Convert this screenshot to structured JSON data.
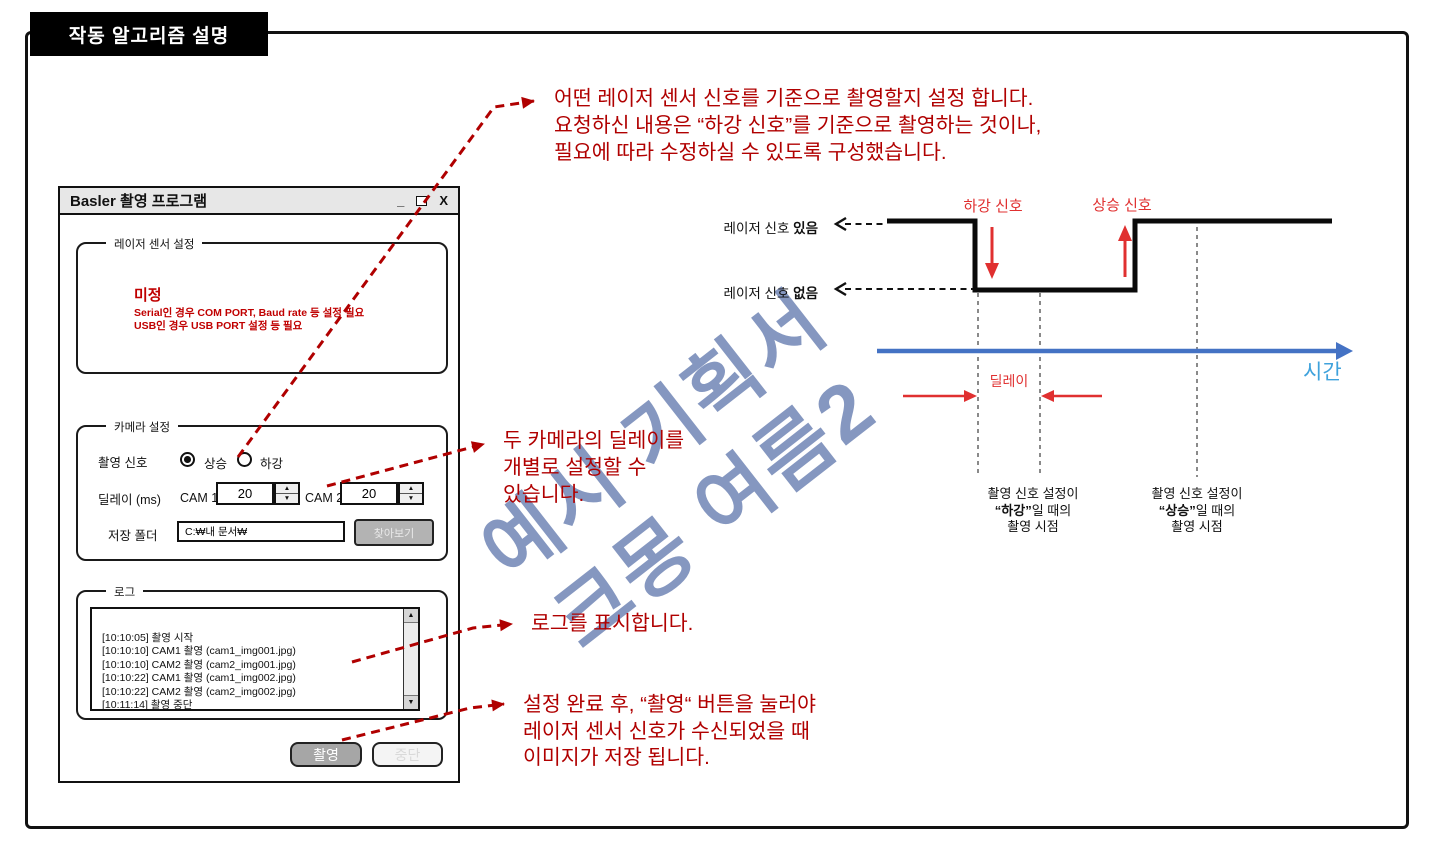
{
  "page": {
    "title": "작동 알고리즘 설명"
  },
  "watermark": {
    "line1": "예시 기획서",
    "line2": "크몽 여름2"
  },
  "icons": {
    "up": "▲",
    "down": "▼"
  },
  "window": {
    "title": "Basler 촬영 프로그램",
    "controls": {
      "minimize": "_",
      "close": "X"
    },
    "laser_group": {
      "label": "레이저 센서 설정",
      "status": "미정",
      "note1": "Serial인 경우 COM PORT, Baud rate 등 설정 필요",
      "note2": "USB인 경우 USB PORT 설정 등 필요"
    },
    "camera_group": {
      "label": "카메라 설정",
      "signal_label": "촬영 신호",
      "rising": "상승",
      "falling": "하강",
      "delay_label": "딜레이 (ms)",
      "cam1_label": "CAM 1",
      "cam1_value": "20",
      "cam2_label": "CAM 2",
      "cam2_value": "20",
      "folder_label": "저장 폴더",
      "folder_value": "C:₩내 문서₩",
      "browse_label": "찾아보기"
    },
    "log_group": {
      "label": "로그",
      "lines": [
        "[10:10:05] 촬영 시작",
        "[10:10:10] CAM1 촬영 (cam1_img001.jpg)",
        "[10:10:10] CAM2 촬영 (cam2_img001.jpg)",
        "[10:10:22] CAM1 촬영 (cam1_img002.jpg)",
        "[10:10:22] CAM2 촬영 (cam2_img002.jpg)",
        "[10:11:14] 촬영 중단"
      ]
    },
    "capture_button": "촬영",
    "stop_button": "중단"
  },
  "annotations": {
    "signal": {
      "line1": "어떤 레이저 센서 신호를 기준으로 촬영할지 설정 합니다.",
      "line2": "요청하신 내용은 “하강 신호”를 기준으로 촬영하는 것이나,",
      "line3": "필요에 따라 수정하실 수 있도록 구성했습니다."
    },
    "delay": {
      "line1": "두 카메라의 딜레이를",
      "line2": "개별로 설정할 수",
      "line3": "있습니다."
    },
    "log": {
      "line1": "로그를 표시합니다."
    },
    "capture": {
      "line1": "설정 완료 후, “촬영“ 버튼을 눌러야",
      "line2": "레이저 센서 신호가 수신되었을 때",
      "line3": "이미지가 저장 됩니다."
    }
  },
  "diagram": {
    "signal_on_prefix": "레이저 신호 ",
    "signal_on_bold": "있음",
    "signal_off_prefix": "레이저 신호 ",
    "signal_off_bold": "없음",
    "falling_label": "하강 신호",
    "rising_label": "상승 신호",
    "delay_label": "딜레이",
    "time_label": "시간",
    "caption_falling": {
      "line1": "촬영 신호 설정이",
      "bold": "“하강”",
      "rest": "일 때의",
      "line3": "촬영 시점"
    },
    "caption_rising": {
      "line1": "촬영 신호 설정이",
      "bold": "“상승”",
      "rest": "일 때의",
      "line3": "촬영 시점"
    }
  },
  "colors": {
    "annotation_red": "#B00000",
    "diagram_red": "#E03030",
    "timeline_blue": "#4472C4",
    "watermark_blue": "#7E91BD"
  }
}
